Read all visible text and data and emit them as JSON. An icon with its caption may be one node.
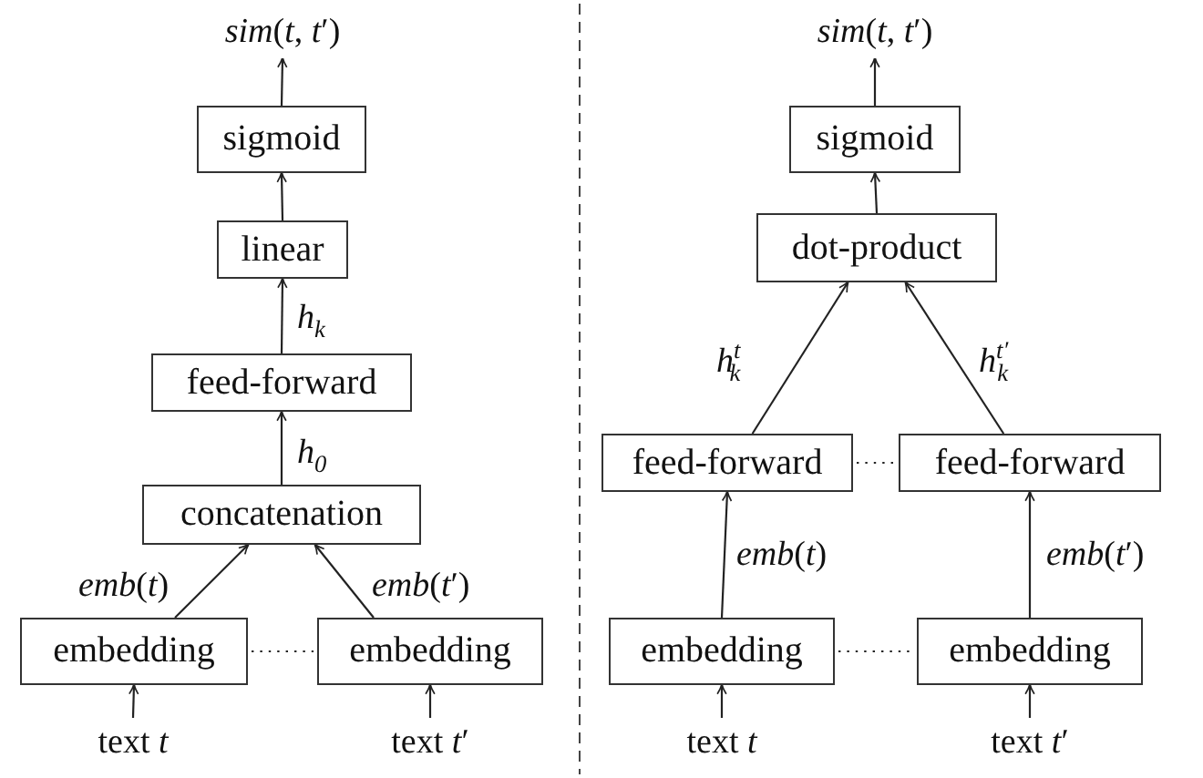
{
  "diagram": {
    "nodes": [
      {
        "text": [
          "*sim*(*t*, *t*′)"
        ]
      },
      {
        "text": [
          "sigmoid"
        ]
      },
      {
        "text": [
          "linear"
        ]
      },
      {
        "text": [
          "feed-forward"
        ]
      },
      {
        "text": [
          "concatenation"
        ]
      },
      {
        "text": [
          "embedding"
        ]
      },
      {
        "text": [
          "embedding"
        ]
      },
      {
        "text": [
          "text *t*"
        ]
      },
      {
        "text": [
          "text *t*′"
        ]
      },
      {
        "text": [
          "*sim*(*t*, *t*′)"
        ]
      },
      {
        "text": [
          "sigmoid"
        ]
      },
      {
        "text": [
          "dot-product"
        ]
      },
      {
        "text": [
          "feed-forward"
        ]
      },
      {
        "text": [
          "feed-forward"
        ]
      },
      {
        "text": [
          "embedding"
        ]
      },
      {
        "text": [
          "embedding"
        ]
      },
      {
        "text": [
          "text *t*"
        ]
      },
      {
        "text": [
          "text *t*′"
        ]
      }
    ],
    "edges": [
      {
        "from": 7,
        "to": 5,
        "arrow": "to"
      },
      {
        "from": 8,
        "to": 6,
        "arrow": "to"
      },
      {
        "from": 5,
        "to": 6,
        "arrow": "none",
        "style": "dashed"
      },
      {
        "from": 5,
        "to": 4,
        "arrow": "to",
        "label": "*emb*(*t*)"
      },
      {
        "from": 6,
        "to": 4,
        "arrow": "to",
        "label": "*emb*(*t*′)"
      },
      {
        "from": 4,
        "to": 3,
        "arrow": "to",
        "label": "*h*$_{0}$"
      },
      {
        "from": 3,
        "to": 2,
        "arrow": "to",
        "label": "*h*$_{k}$"
      },
      {
        "from": 2,
        "to": 1,
        "arrow": "to"
      },
      {
        "from": 1,
        "to": 0,
        "arrow": "to"
      },
      {
        "from": 16,
        "to": 14,
        "arrow": "to"
      },
      {
        "from": 17,
        "to": 15,
        "arrow": "to"
      },
      {
        "from": 14,
        "to": 15,
        "arrow": "none",
        "style": "dashed"
      },
      {
        "from": 14,
        "to": 12,
        "arrow": "to",
        "label": "*emb*(*t*)"
      },
      {
        "from": 15,
        "to": 13,
        "arrow": "to",
        "label": "*emb*(*t*′)"
      },
      {
        "from": 12,
        "to": 13,
        "arrow": "none",
        "style": "dashed"
      },
      {
        "from": 12,
        "to": 11,
        "arrow": "to",
        "label": "*h*$^{t}$$_{k}$"
      },
      {
        "from": 13,
        "to": 11,
        "arrow": "to",
        "label": "*h*$^{t′}$$_{k}$"
      },
      {
        "from": 11,
        "to": 10,
        "arrow": "to"
      },
      {
        "from": 10,
        "to": 9,
        "arrow": "to"
      }
    ]
  }
}
